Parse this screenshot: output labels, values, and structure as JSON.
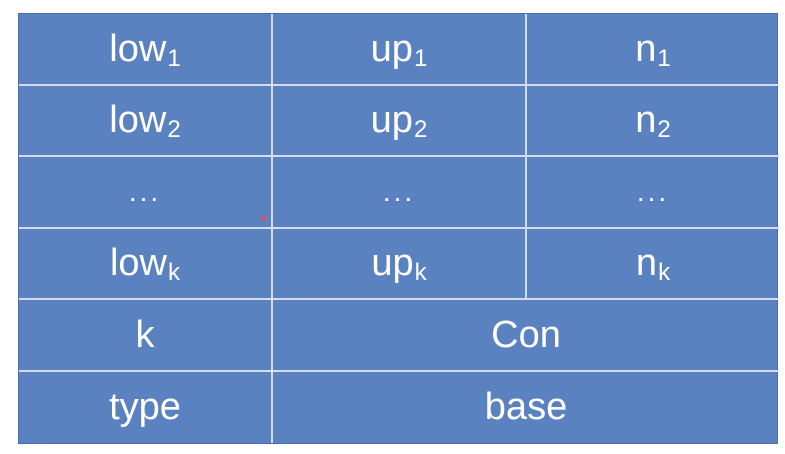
{
  "table": {
    "rows": [
      [
        {
          "main": "low",
          "sub": "1"
        },
        {
          "main": "up",
          "sub": "1"
        },
        {
          "main": "n",
          "sub": "1"
        }
      ],
      [
        {
          "main": "low",
          "sub": "2"
        },
        {
          "main": "up",
          "sub": "2"
        },
        {
          "main": "n",
          "sub": "2"
        }
      ],
      [
        {
          "main": "...",
          "sub": ""
        },
        {
          "main": "...",
          "sub": ""
        },
        {
          "main": "...",
          "sub": ""
        }
      ],
      [
        {
          "main": "low",
          "sub": "k"
        },
        {
          "main": "up",
          "sub": "k"
        },
        {
          "main": "n",
          "sub": "k"
        }
      ],
      [
        {
          "main": "k",
          "sub": ""
        },
        {
          "main": "Con",
          "sub": ""
        }
      ],
      [
        {
          "main": "type",
          "sub": ""
        },
        {
          "main": "base",
          "sub": ""
        }
      ]
    ]
  },
  "colors": {
    "cell_fill": "#5b82c0",
    "grid_line": "#d3dced",
    "text": "#ffffff"
  }
}
